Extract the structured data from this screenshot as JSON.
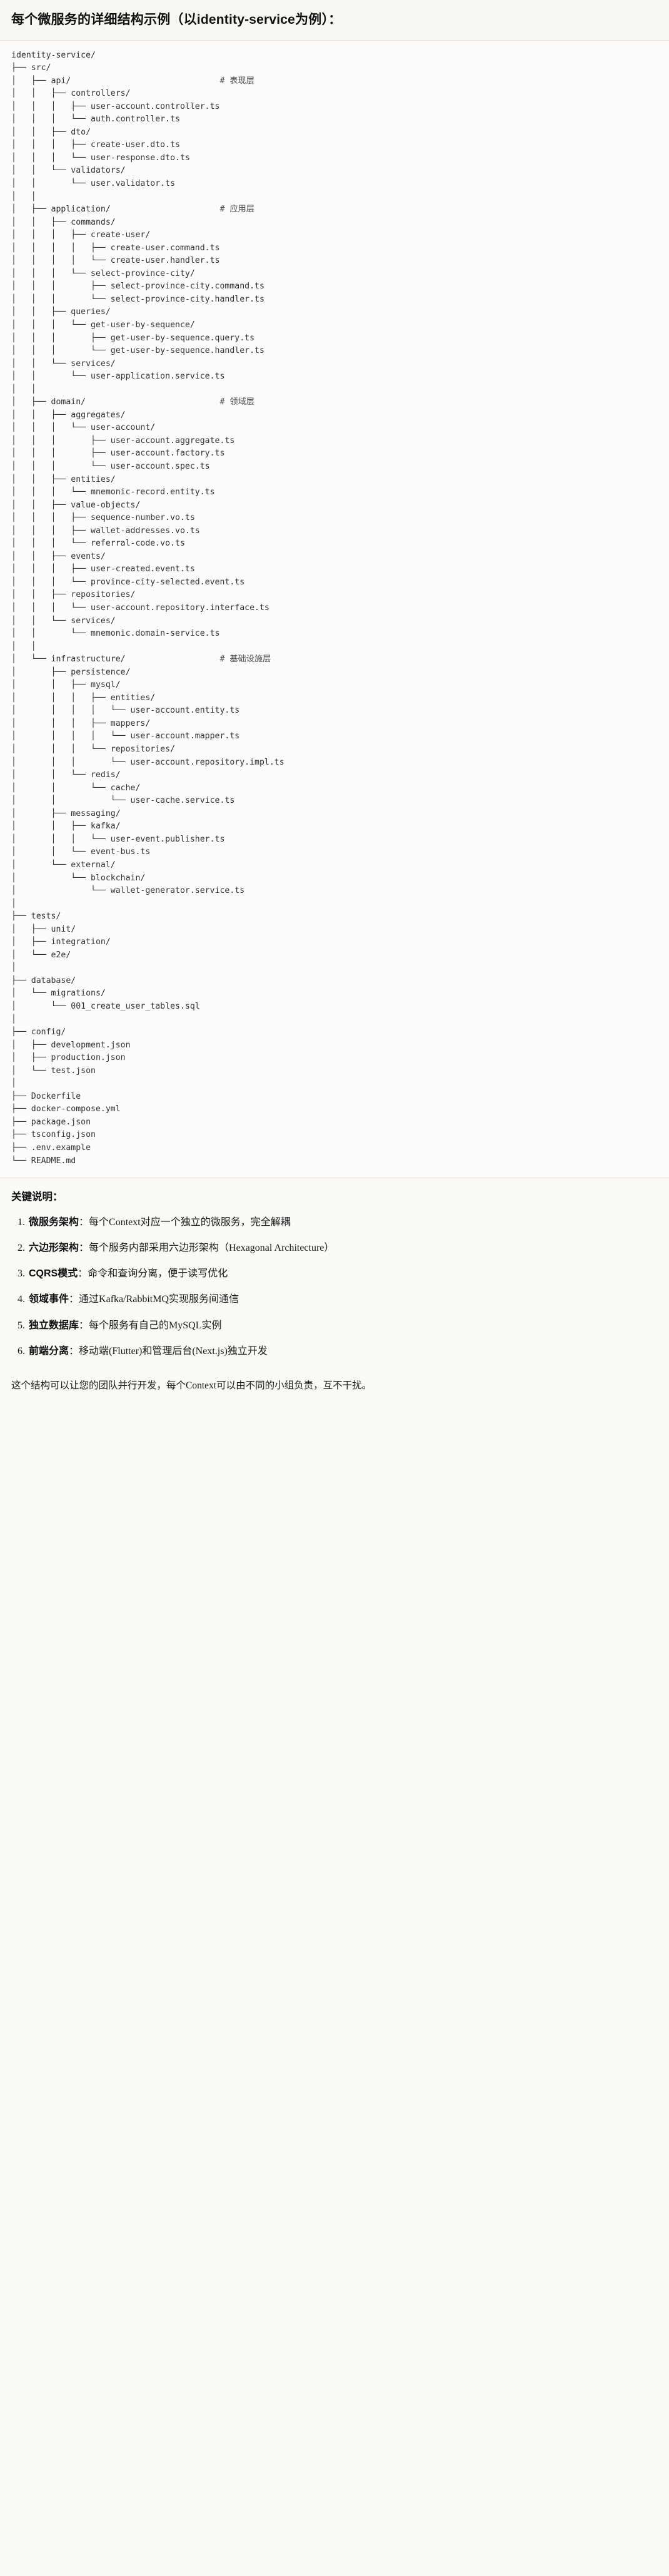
{
  "document": {
    "heading": "每个微服务的详细结构示例（以identity-service为例）："
  },
  "tree": {
    "lines": [
      "identity-service/",
      "├── src/",
      "│   ├── api/                              # 表现层",
      "│   │   ├── controllers/",
      "│   │   │   ├── user-account.controller.ts",
      "│   │   │   └── auth.controller.ts",
      "│   │   ├── dto/",
      "│   │   │   ├── create-user.dto.ts",
      "│   │   │   └── user-response.dto.ts",
      "│   │   └── validators/",
      "│   │       └── user.validator.ts",
      "│   │",
      "│   ├── application/                      # 应用层",
      "│   │   ├── commands/",
      "│   │   │   ├── create-user/",
      "│   │   │   │   ├── create-user.command.ts",
      "│   │   │   │   └── create-user.handler.ts",
      "│   │   │   └── select-province-city/",
      "│   │   │       ├── select-province-city.command.ts",
      "│   │   │       └── select-province-city.handler.ts",
      "│   │   ├── queries/",
      "│   │   │   └── get-user-by-sequence/",
      "│   │   │       ├── get-user-by-sequence.query.ts",
      "│   │   │       └── get-user-by-sequence.handler.ts",
      "│   │   └── services/",
      "│   │       └── user-application.service.ts",
      "│   │",
      "│   ├── domain/                           # 领域层",
      "│   │   ├── aggregates/",
      "│   │   │   └── user-account/",
      "│   │   │       ├── user-account.aggregate.ts",
      "│   │   │       ├── user-account.factory.ts",
      "│   │   │       └── user-account.spec.ts",
      "│   │   ├── entities/",
      "│   │   │   └── mnemonic-record.entity.ts",
      "│   │   ├── value-objects/",
      "│   │   │   ├── sequence-number.vo.ts",
      "│   │   │   ├── wallet-addresses.vo.ts",
      "│   │   │   └── referral-code.vo.ts",
      "│   │   ├── events/",
      "│   │   │   ├── user-created.event.ts",
      "│   │   │   └── province-city-selected.event.ts",
      "│   │   ├── repositories/",
      "│   │   │   └── user-account.repository.interface.ts",
      "│   │   └── services/",
      "│   │       └── mnemonic.domain-service.ts",
      "│   │",
      "│   └── infrastructure/                   # 基础设施层",
      "│       ├── persistence/",
      "│       │   ├── mysql/",
      "│       │   │   ├── entities/",
      "│       │   │   │   └── user-account.entity.ts",
      "│       │   │   ├── mappers/",
      "│       │   │   │   └── user-account.mapper.ts",
      "│       │   │   └── repositories/",
      "│       │   │       └── user-account.repository.impl.ts",
      "│       │   └── redis/",
      "│       │       └── cache/",
      "│       │           └── user-cache.service.ts",
      "│       ├── messaging/",
      "│       │   ├── kafka/",
      "│       │   │   └── user-event.publisher.ts",
      "│       │   └── event-bus.ts",
      "│       └── external/",
      "│           └── blockchain/",
      "│               └── wallet-generator.service.ts",
      "│",
      "├── tests/",
      "│   ├── unit/",
      "│   ├── integration/",
      "│   └── e2e/",
      "│",
      "├── database/",
      "│   └── migrations/",
      "│       └── 001_create_user_tables.sql",
      "│",
      "├── config/",
      "│   ├── development.json",
      "│   ├── production.json",
      "│   └── test.json",
      "│",
      "├── Dockerfile",
      "├── docker-compose.yml",
      "├── package.json",
      "├── tsconfig.json",
      "├── .env.example",
      "└── README.md"
    ]
  },
  "keypoints": {
    "title": "关键说明：",
    "items": [
      {
        "label": "微服务架构",
        "sep": "：",
        "text": "每个Context对应一个独立的微服务，完全解耦"
      },
      {
        "label": "六边形架构",
        "sep": "：",
        "text": "每个服务内部采用六边形架构（Hexagonal Architecture）"
      },
      {
        "label": "CQRS模式",
        "sep": "：",
        "text": "命令和查询分离，便于读写优化"
      },
      {
        "label": "领域事件",
        "sep": "：",
        "text": "通过Kafka/RabbitMQ实现服务间通信"
      },
      {
        "label": "独立数据库",
        "sep": "：",
        "text": "每个服务有自己的MySQL实例"
      },
      {
        "label": "前端分离",
        "sep": "：",
        "text": "移动端(Flutter)和管理后台(Next.js)独立开发"
      }
    ]
  },
  "closing": {
    "text": "这个结构可以让您的团队并行开发，每个Context可以由不同的小组负责，互不干扰。"
  }
}
